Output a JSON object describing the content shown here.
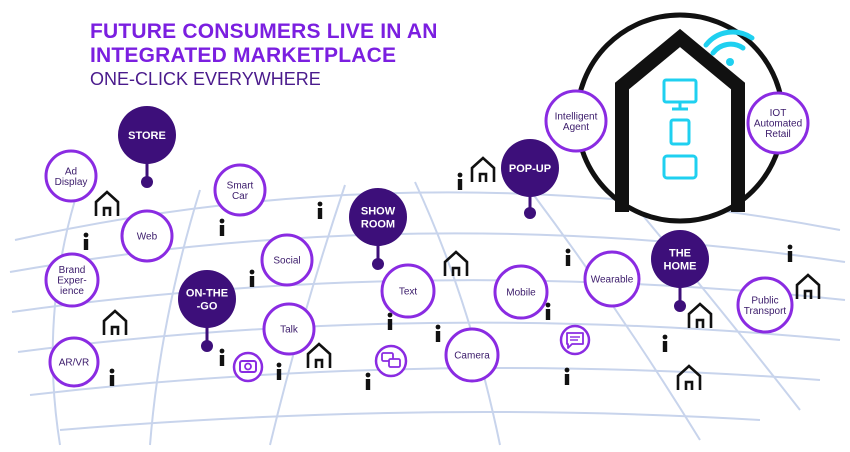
{
  "header": {
    "title_line1": "FUTURE CONSUMERS LIVE IN AN",
    "title_line2": "INTEGRATED MARKETPLACE",
    "subtitle": "ONE-CLICK EVERYWHERE"
  },
  "colors": {
    "accent_purple": "#8a2be2",
    "dark_purple": "#3d0f7a",
    "cyan": "#1fd0f0",
    "grid": "#c8d4ec"
  },
  "bubbles": [
    {
      "lines": [
        "Ad",
        "Display"
      ]
    },
    {
      "lines": [
        "Smart",
        "Car"
      ]
    },
    {
      "lines": [
        "Web"
      ]
    },
    {
      "lines": [
        "Brand",
        "Exper-",
        "ience"
      ]
    },
    {
      "lines": [
        "Social"
      ]
    },
    {
      "lines": [
        "Talk"
      ]
    },
    {
      "lines": [
        "AR/VR"
      ]
    },
    {
      "lines": [
        "Text"
      ]
    },
    {
      "lines": [
        "Camera"
      ]
    },
    {
      "lines": [
        "Mobile"
      ]
    },
    {
      "lines": [
        "Wearable"
      ]
    },
    {
      "lines": [
        "Intelligent",
        "Agent"
      ]
    },
    {
      "lines": [
        "IOT",
        "Automated",
        "Retail"
      ]
    },
    {
      "lines": [
        "Public",
        "Transport"
      ]
    }
  ],
  "pins": [
    {
      "lines": [
        "STORE"
      ]
    },
    {
      "lines": [
        "ON-THE",
        "-GO"
      ]
    },
    {
      "lines": [
        "SHOW",
        "ROOM"
      ]
    },
    {
      "lines": [
        "POP-UP"
      ]
    },
    {
      "lines": [
        "THE",
        "HOME"
      ]
    }
  ],
  "icons": {
    "house": "house-icon",
    "person": "person-icon",
    "camera": "camera-icon",
    "chat": "chat-icon",
    "message": "message-icon",
    "wifi": "wifi-icon",
    "monitor": "monitor-icon",
    "phone": "phone-icon",
    "tablet": "tablet-icon"
  }
}
